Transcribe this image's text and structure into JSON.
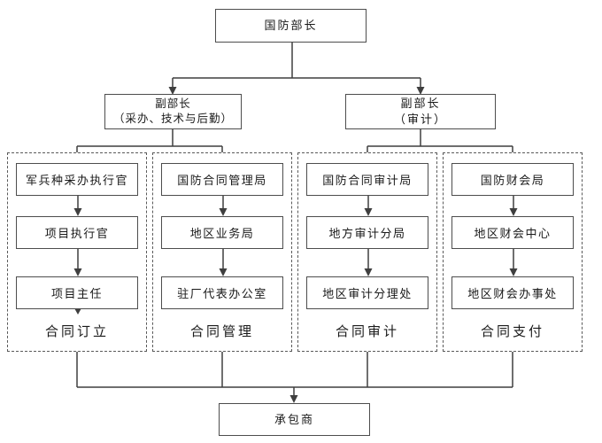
{
  "diagram": {
    "top_box": "国防部长",
    "deputies": [
      {
        "line1": "副部长",
        "line2": "（采办、技术与后勤）"
      },
      {
        "line1": "副部长",
        "line2": "（审计）"
      }
    ],
    "columns": [
      {
        "boxes": [
          "军兵种采办执行官",
          "项目执行官",
          "项目主任"
        ],
        "label": "合同订立"
      },
      {
        "boxes": [
          "国防合同管理局",
          "地区业务局",
          "驻厂代表办公室"
        ],
        "label": "合同管理"
      },
      {
        "boxes": [
          "国防合同审计局",
          "地方审计分局",
          "地区审计分理处"
        ],
        "label": "合同审计"
      },
      {
        "boxes": [
          "国防财会局",
          "地区财会中心",
          "地区财会办事处"
        ],
        "label": "合同支付"
      }
    ],
    "bottom_box": "承包商",
    "colors": {
      "line": "#3f3f3f",
      "border": "#4d4d4d",
      "text": "#1a1a1a",
      "background": "#ffffff"
    }
  }
}
